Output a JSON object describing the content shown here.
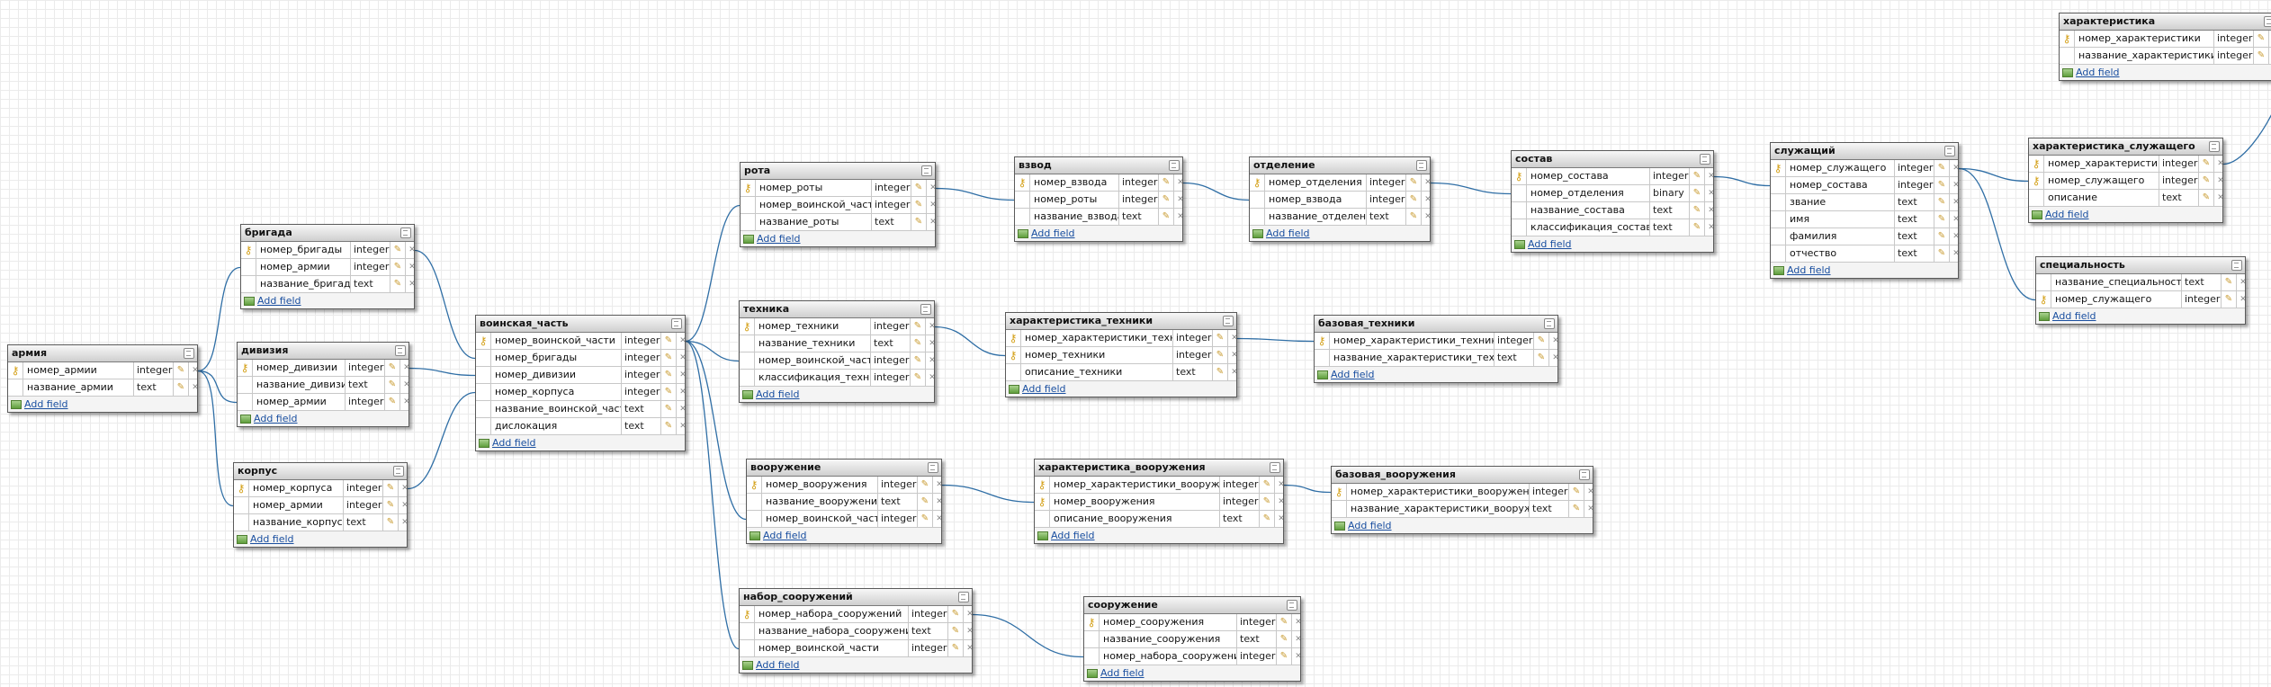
{
  "add_field_label": "Add field",
  "colors": {
    "link": "#2f6ea5",
    "key": "#d4a017",
    "header": "#d8d8d8"
  },
  "tables": [
    {
      "id": "armiya",
      "name": "армия",
      "fields": [
        {
          "key": true,
          "name": "номер_армии",
          "type": "integer"
        },
        {
          "key": false,
          "name": "название_армии",
          "type": "text"
        }
      ]
    },
    {
      "id": "brigada",
      "name": "бригада",
      "fields": [
        {
          "key": true,
          "name": "номер_бригады",
          "type": "integer"
        },
        {
          "key": false,
          "name": "номер_армии",
          "type": "integer"
        },
        {
          "key": false,
          "name": "название_бригады",
          "type": "text"
        }
      ]
    },
    {
      "id": "diviziya",
      "name": "дивизия",
      "fields": [
        {
          "key": true,
          "name": "номер_дивизии",
          "type": "integer"
        },
        {
          "key": false,
          "name": "название_дивизии",
          "type": "text"
        },
        {
          "key": false,
          "name": "номер_армии",
          "type": "integer"
        }
      ]
    },
    {
      "id": "korpus",
      "name": "корпус",
      "fields": [
        {
          "key": true,
          "name": "номер_корпуса",
          "type": "integer"
        },
        {
          "key": false,
          "name": "номер_армии",
          "type": "integer"
        },
        {
          "key": false,
          "name": "название_корпуса",
          "type": "text"
        }
      ]
    },
    {
      "id": "voinskaya_chast",
      "name": "воинская_часть",
      "fields": [
        {
          "key": true,
          "name": "номер_воинской_части",
          "type": "integer"
        },
        {
          "key": false,
          "name": "номер_бригады",
          "type": "integer"
        },
        {
          "key": false,
          "name": "номер_дивизии",
          "type": "integer"
        },
        {
          "key": false,
          "name": "номер_корпуса",
          "type": "integer"
        },
        {
          "key": false,
          "name": "название_воинской_части",
          "type": "text"
        },
        {
          "key": false,
          "name": "дислокация",
          "type": "text"
        }
      ]
    },
    {
      "id": "rota",
      "name": "рота",
      "fields": [
        {
          "key": true,
          "name": "номер_роты",
          "type": "integer"
        },
        {
          "key": false,
          "name": "номер_воинской_части",
          "type": "integer"
        },
        {
          "key": false,
          "name": "название_роты",
          "type": "text"
        }
      ]
    },
    {
      "id": "vzvod",
      "name": "взвод",
      "fields": [
        {
          "key": true,
          "name": "номер_взвода",
          "type": "integer"
        },
        {
          "key": false,
          "name": "номер_роты",
          "type": "integer"
        },
        {
          "key": false,
          "name": "название_взвода",
          "type": "text"
        }
      ]
    },
    {
      "id": "otdelenie",
      "name": "отделение",
      "fields": [
        {
          "key": true,
          "name": "номер_отделения",
          "type": "integer"
        },
        {
          "key": false,
          "name": "номер_взвода",
          "type": "integer"
        },
        {
          "key": false,
          "name": "название_отделения",
          "type": "text"
        }
      ]
    },
    {
      "id": "sostav",
      "name": "состав",
      "fields": [
        {
          "key": true,
          "name": "номер_состава",
          "type": "integer"
        },
        {
          "key": false,
          "name": "номер_отделения",
          "type": "binary"
        },
        {
          "key": false,
          "name": "название_состава",
          "type": "text"
        },
        {
          "key": false,
          "name": "классификация_состава",
          "type": "text"
        }
      ]
    },
    {
      "id": "sluzhashchiy",
      "name": "служащий",
      "fields": [
        {
          "key": true,
          "name": "номер_служащего",
          "type": "integer"
        },
        {
          "key": false,
          "name": "номер_состава",
          "type": "integer"
        },
        {
          "key": false,
          "name": "звание",
          "type": "text"
        },
        {
          "key": false,
          "name": "имя",
          "type": "text"
        },
        {
          "key": false,
          "name": "фамилия",
          "type": "text"
        },
        {
          "key": false,
          "name": "отчество",
          "type": "text"
        }
      ]
    },
    {
      "id": "kharakteristika",
      "name": "характеристика",
      "fields": [
        {
          "key": true,
          "name": "номер_характеристики",
          "type": "integer"
        },
        {
          "key": false,
          "name": "название_характеристики",
          "type": "integer"
        }
      ]
    },
    {
      "id": "kharakteristika_sluzhashchego",
      "name": "характеристика_служащего",
      "fields": [
        {
          "key": true,
          "name": "номер_характеристики",
          "type": "integer"
        },
        {
          "key": true,
          "name": "номер_служащего",
          "type": "integer"
        },
        {
          "key": false,
          "name": "описание",
          "type": "text"
        }
      ]
    },
    {
      "id": "spetsialnost",
      "name": "специальность",
      "fields": [
        {
          "key": false,
          "name": "название_специальности",
          "type": "text"
        },
        {
          "key": true,
          "name": "номер_служащего",
          "type": "integer"
        }
      ]
    },
    {
      "id": "tekhnika",
      "name": "техника",
      "fields": [
        {
          "key": true,
          "name": "номер_техники",
          "type": "integer"
        },
        {
          "key": false,
          "name": "название_техники",
          "type": "text"
        },
        {
          "key": false,
          "name": "номер_воинской_части",
          "type": "integer"
        },
        {
          "key": false,
          "name": "классификация_техники",
          "type": "integer"
        }
      ]
    },
    {
      "id": "kharakteristika_tekhniki",
      "name": "характеристика_техники",
      "fields": [
        {
          "key": true,
          "name": "номер_характеристики_техники",
          "type": "integer"
        },
        {
          "key": true,
          "name": "номер_техники",
          "type": "integer"
        },
        {
          "key": false,
          "name": "описание_техники",
          "type": "text"
        }
      ]
    },
    {
      "id": "bazovaya_tekhniki",
      "name": "базовая_техники",
      "fields": [
        {
          "key": true,
          "name": "номер_характеристики_техники",
          "type": "integer"
        },
        {
          "key": false,
          "name": "название_характеристики_техники",
          "type": "text"
        }
      ]
    },
    {
      "id": "vooruzhenie",
      "name": "вооружение",
      "fields": [
        {
          "key": true,
          "name": "номер_вооружения",
          "type": "integer"
        },
        {
          "key": false,
          "name": "название_вооружения",
          "type": "text"
        },
        {
          "key": false,
          "name": "номер_воинской_части",
          "type": "integer"
        }
      ]
    },
    {
      "id": "kharakteristika_vooruzheniya",
      "name": "характеристика_вооружения",
      "fields": [
        {
          "key": true,
          "name": "номер_характеристики_вооружения",
          "type": "integer"
        },
        {
          "key": true,
          "name": "номер_вооружения",
          "type": "integer"
        },
        {
          "key": false,
          "name": "описание_вооружения",
          "type": "text"
        }
      ]
    },
    {
      "id": "bazovaya_vooruzheniya",
      "name": "базовая_вооружения",
      "fields": [
        {
          "key": true,
          "name": "номер_характеристики_вооружения",
          "type": "integer"
        },
        {
          "key": false,
          "name": "название_характеристики_вооружения",
          "type": "text"
        }
      ]
    },
    {
      "id": "nabor_sooruzheniy",
      "name": "набор_сооружений",
      "fields": [
        {
          "key": true,
          "name": "номер_набора_сооружений",
          "type": "integer"
        },
        {
          "key": false,
          "name": "название_набора_сооружений",
          "type": "text"
        },
        {
          "key": false,
          "name": "номер_воинской_части",
          "type": "integer"
        }
      ]
    },
    {
      "id": "sooruzhenie",
      "name": "сооружение",
      "fields": [
        {
          "key": true,
          "name": "номер_сооружения",
          "type": "integer"
        },
        {
          "key": false,
          "name": "название_сооружения",
          "type": "text"
        },
        {
          "key": false,
          "name": "номер_набора_сооружений",
          "type": "integer"
        }
      ]
    }
  ],
  "relations": [
    {
      "from": "armiya",
      "from_field": 0,
      "to": "brigada",
      "to_field": 1
    },
    {
      "from": "armiya",
      "from_field": 0,
      "to": "diviziya",
      "to_field": 2
    },
    {
      "from": "armiya",
      "from_field": 0,
      "to": "korpus",
      "to_field": 1
    },
    {
      "from": "brigada",
      "from_field": 0,
      "to": "voinskaya_chast",
      "to_field": 1
    },
    {
      "from": "diviziya",
      "from_field": 0,
      "to": "voinskaya_chast",
      "to_field": 2
    },
    {
      "from": "korpus",
      "from_field": 0,
      "to": "voinskaya_chast",
      "to_field": 3
    },
    {
      "from": "voinskaya_chast",
      "from_field": 0,
      "to": "rota",
      "to_field": 1
    },
    {
      "from": "voinskaya_chast",
      "from_field": 0,
      "to": "tekhnika",
      "to_field": 2
    },
    {
      "from": "voinskaya_chast",
      "from_field": 0,
      "to": "vooruzhenie",
      "to_field": 2
    },
    {
      "from": "voinskaya_chast",
      "from_field": 0,
      "to": "nabor_sooruzheniy",
      "to_field": 2
    },
    {
      "from": "rota",
      "from_field": 0,
      "to": "vzvod",
      "to_field": 1
    },
    {
      "from": "vzvod",
      "from_field": 0,
      "to": "otdelenie",
      "to_field": 1
    },
    {
      "from": "otdelenie",
      "from_field": 0,
      "to": "sostav",
      "to_field": 1
    },
    {
      "from": "sostav",
      "from_field": 0,
      "to": "sluzhashchiy",
      "to_field": 1
    },
    {
      "from": "sluzhashchiy",
      "from_field": 0,
      "to": "kharakteristika_sluzhashchego",
      "to_field": 1
    },
    {
      "from": "sluzhashchiy",
      "from_field": 0,
      "to": "spetsialnost",
      "to_field": 1
    },
    {
      "from": "kharakteristika",
      "from_field": 0,
      "to": "kharakteristika_sluzhashchego",
      "to_field": 0
    },
    {
      "from": "tekhnika",
      "from_field": 0,
      "to": "kharakteristika_tekhniki",
      "to_field": 1
    },
    {
      "from": "bazovaya_tekhniki",
      "from_field": 0,
      "to": "kharakteristika_tekhniki",
      "to_field": 0
    },
    {
      "from": "vooruzhenie",
      "from_field": 0,
      "to": "kharakteristika_vooruzheniya",
      "to_field": 1
    },
    {
      "from": "bazovaya_vooruzheniya",
      "from_field": 0,
      "to": "kharakteristika_vooruzheniya",
      "to_field": 0
    },
    {
      "from": "nabor_sooruzheniy",
      "from_field": 0,
      "to": "sooruzhenie",
      "to_field": 2
    }
  ]
}
